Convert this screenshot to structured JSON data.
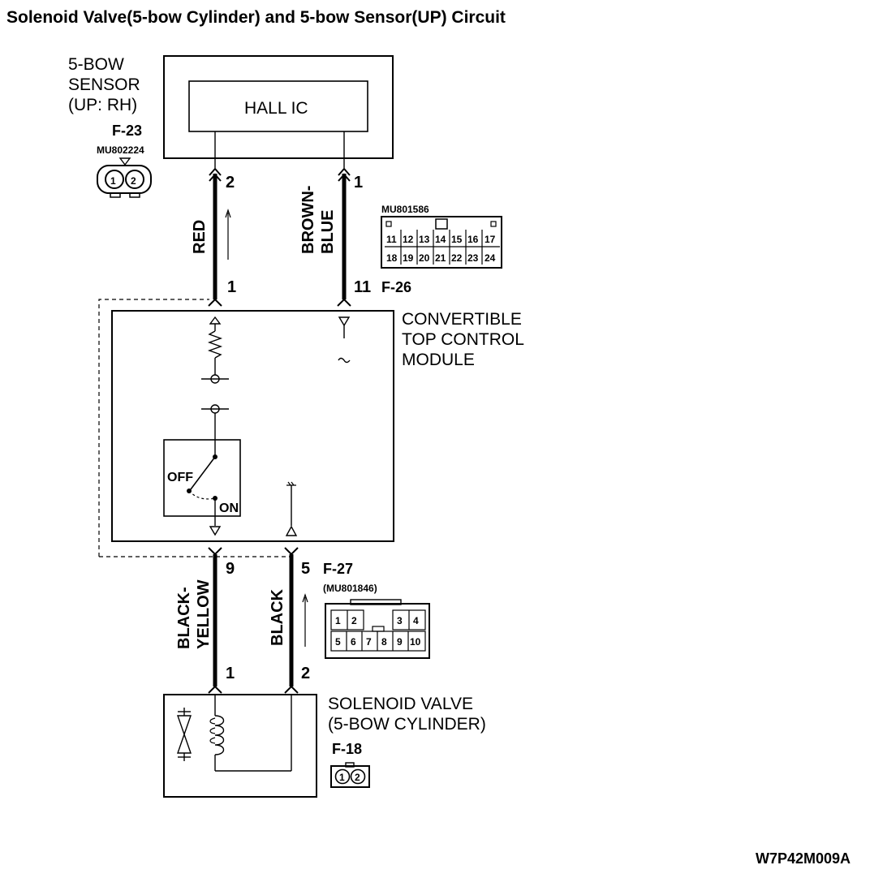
{
  "title": "Solenoid Valve(5-bow Cylinder) and 5-bow Sensor(UP) Circuit",
  "sensor": {
    "label_lines": [
      "5-BOW",
      "SENSOR",
      "(UP: RH)"
    ],
    "connector": "F-23",
    "part_no": "MU802224",
    "inner_block": "HALL IC",
    "pins": [
      "1",
      "2"
    ]
  },
  "wires_top": [
    {
      "color": "RED",
      "pin_top": "2",
      "pin_bottom": "1"
    },
    {
      "color_lines": [
        "BROWN-",
        "BLUE"
      ],
      "pin_top": "1",
      "pin_bottom": "11"
    }
  ],
  "ctm_connector": {
    "id": "F-26",
    "part_no": "MU801586",
    "row1": [
      "11",
      "12",
      "13",
      "14",
      "15",
      "16",
      "17"
    ],
    "row2": [
      "18",
      "19",
      "20",
      "21",
      "22",
      "23",
      "24"
    ]
  },
  "module": {
    "label_lines": [
      "CONVERTIBLE",
      "TOP CONTROL",
      "MODULE"
    ],
    "switch_off": "OFF",
    "switch_on": "ON"
  },
  "wires_bottom": [
    {
      "color_lines": [
        "BLACK-",
        "YELLOW"
      ],
      "pin_top": "9",
      "pin_bottom": "1"
    },
    {
      "color": "BLACK",
      "pin_top": "5",
      "pin_bottom": "2"
    }
  ],
  "valve_connector": {
    "id": "F-27",
    "part_no": "(MU801846)",
    "row1": [
      "1",
      "2",
      "3",
      "4"
    ],
    "row2": [
      "5",
      "6",
      "7",
      "8",
      "9",
      "10"
    ]
  },
  "valve": {
    "label_lines": [
      "SOLENOID VALVE",
      "(5-BOW CYLINDER)"
    ],
    "connector": "F-18",
    "pins": [
      "1",
      "2"
    ]
  },
  "figure_code": "W7P42M009A"
}
